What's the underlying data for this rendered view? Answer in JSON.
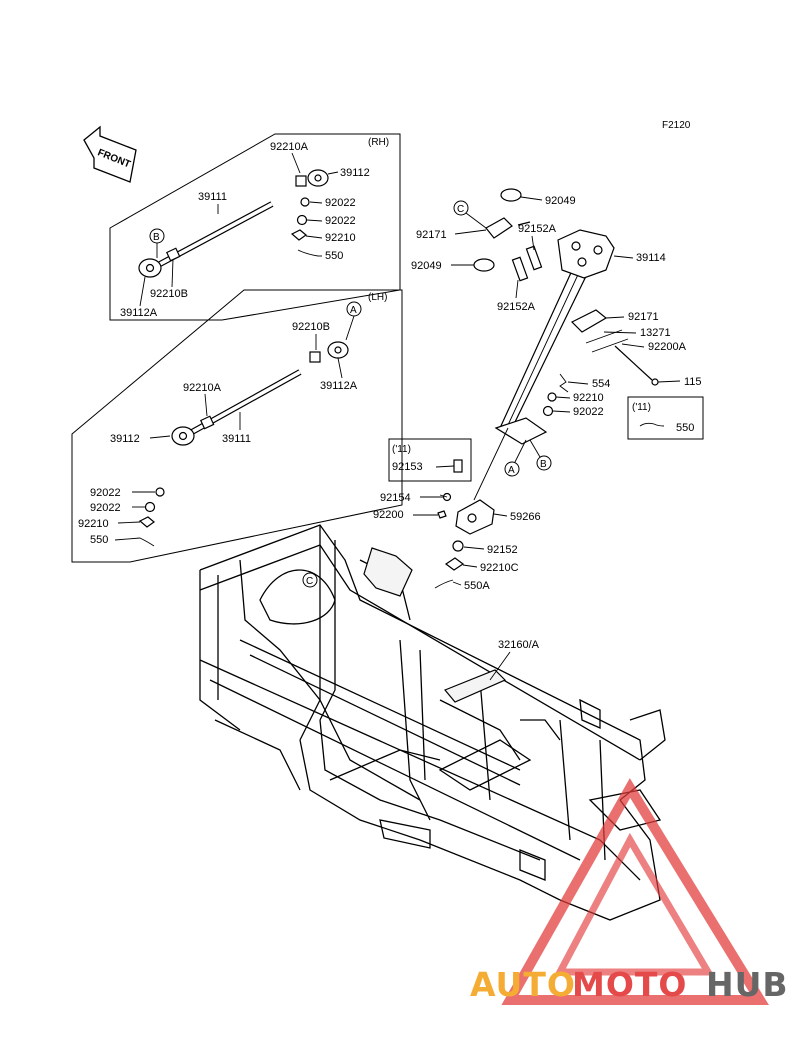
{
  "diagram_code": "F2120",
  "front_label": "FRONT",
  "groups": {
    "rh": "(RH)",
    "lh": "(LH)"
  },
  "year_tags": {
    "tag_550": "('11)",
    "tag_92153": "('11)"
  },
  "callouts": {
    "a": "A",
    "b": "B",
    "c": "C"
  },
  "parts": {
    "p92210A_rh": "92210A",
    "p39112_rh": "39112",
    "p39111_rh": "39111",
    "p92022_rh1": "92022",
    "p92022_rh2": "92022",
    "p92210_rh": "92210",
    "p550_rh": "550",
    "p92210B_rh": "92210B",
    "p39112A_rh": "39112A",
    "p92210B_lh": "92210B",
    "p39112A_lh": "39112A",
    "p92210A_lh": "92210A",
    "p39112_lh": "39112",
    "p39111_lh": "39111",
    "p92022_lh1": "92022",
    "p92022_lh2": "92022",
    "p92210_lh": "92210",
    "p550_lh": "550",
    "p92049_top": "92049",
    "p92171_top": "92171",
    "p92152A_top": "92152A",
    "p92049_mid": "92049",
    "p39114": "39114",
    "p92152A_mid": "92152A",
    "p92171_mid": "92171",
    "p13271": "13271",
    "p92200A": "92200A",
    "p115": "115",
    "p554": "554",
    "p92210_col": "92210",
    "p92022_col": "92022",
    "p550_box": "550",
    "p92153": "92153",
    "p92154": "92154",
    "p92200": "92200",
    "p59266": "59266",
    "p92152": "92152",
    "p92210C": "92210C",
    "p550A": "550A",
    "p32160A": "32160/A"
  },
  "watermark": {
    "part1": "AUTO",
    "part2": "MOTO",
    "part3": "HUB",
    "color1": "#f5a623",
    "color2": "#e23b3b",
    "color3": "#5a5a5a"
  }
}
